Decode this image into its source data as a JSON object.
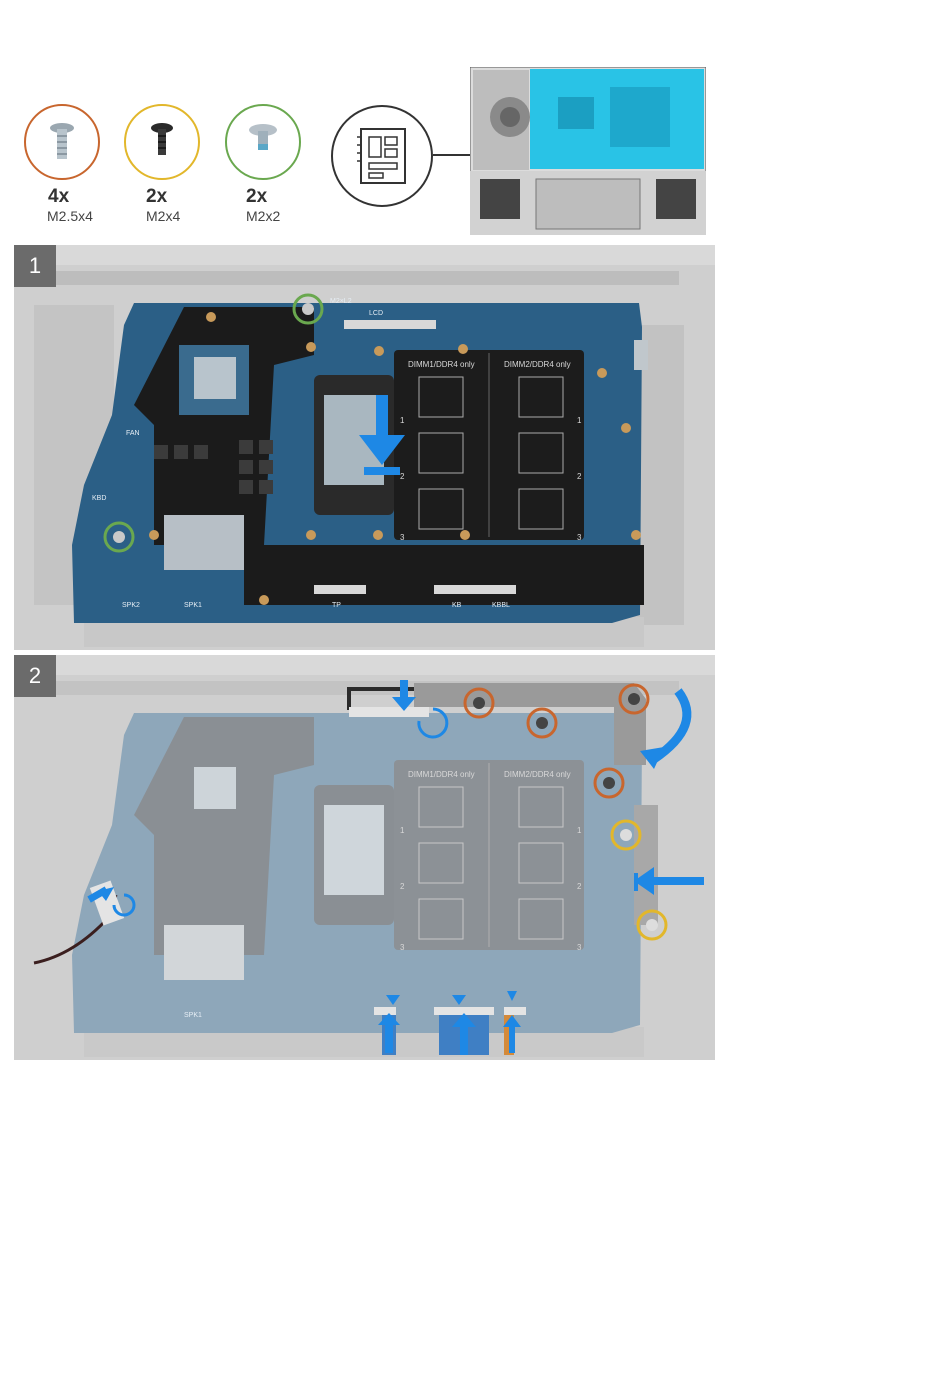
{
  "screws": [
    {
      "count": "4x",
      "size": "M2.5x4",
      "ring_color": "#c8662e"
    },
    {
      "count": "2x",
      "size": "M2x4",
      "ring_color": "#e2b72b"
    },
    {
      "count": "2x",
      "size": "M2x2",
      "ring_color": "#6aa84f"
    }
  ],
  "steps": [
    {
      "number": "1"
    },
    {
      "number": "2"
    }
  ],
  "board_labels": {
    "lcd": "LCD",
    "m2l2": "M2×L2",
    "dimm1": "DIMM1/DDR4 only",
    "dimm2": "DIMM2/DDR4 only",
    "tp": "TP",
    "kb": "KB",
    "kbbl": "KBBL",
    "spk1": "SPK1",
    "spk2": "SPK2",
    "fan": "FAN",
    "kbd": "KBD",
    "slot1": "1",
    "slot2": "2",
    "slot3": "3"
  },
  "colors": {
    "accent_blue": "#1e88e5",
    "board_blue": "#2b5f86",
    "highlight_cyan": "#29c3e6"
  }
}
